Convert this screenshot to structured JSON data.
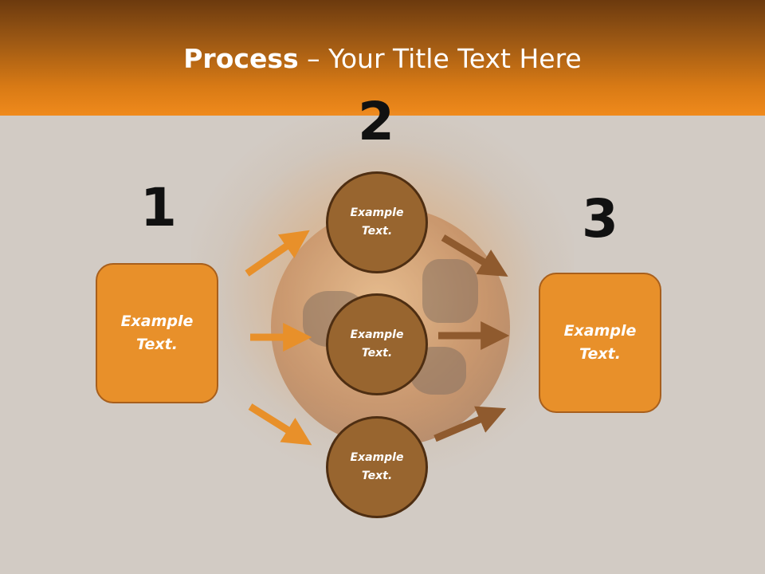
{
  "title": {
    "bold": "Process",
    "rest": " – Your Title Text Here"
  },
  "steps": {
    "one": "1",
    "two": "2",
    "three": "3"
  },
  "left_box": {
    "text": "Example Text."
  },
  "circles": [
    {
      "text": "Example Text."
    },
    {
      "text": "Example Text."
    },
    {
      "text": "Example Text."
    }
  ],
  "right_box": {
    "text": "Example Text."
  },
  "colors": {
    "header": "#e07f17",
    "box_fill": "#e8902a",
    "circle_fill": "#98652f",
    "arrow_left": "#e8902a",
    "arrow_right": "#8f5a2e"
  }
}
